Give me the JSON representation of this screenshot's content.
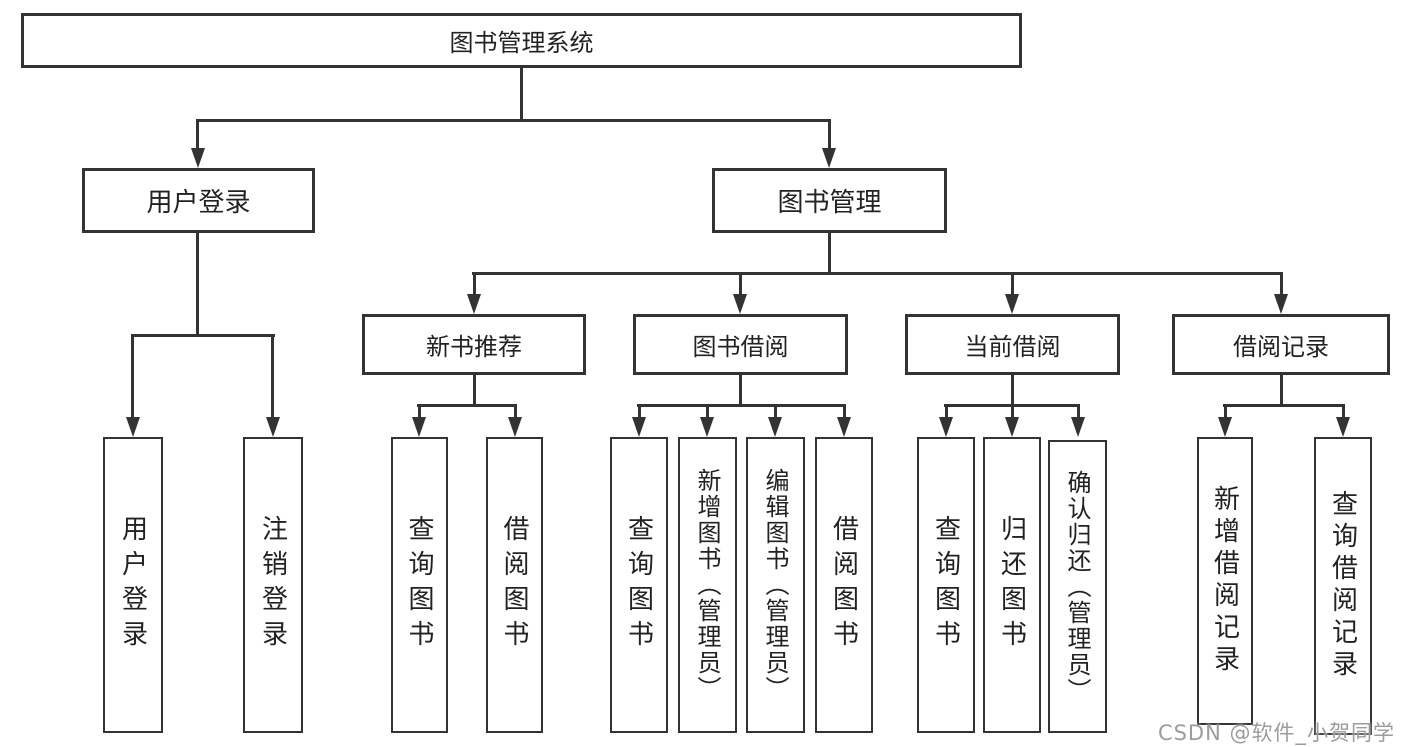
{
  "diagram": {
    "type": "hierarchy-tree",
    "line_color": "#333333",
    "background": "#ffffff",
    "root": {
      "label": "图书管理系统"
    },
    "level2": [
      {
        "label": "用户登录"
      },
      {
        "label": "图书管理"
      }
    ],
    "level3": [
      {
        "label": "新书推荐"
      },
      {
        "label": "图书借阅"
      },
      {
        "label": "当前借阅"
      },
      {
        "label": "借阅记录"
      }
    ],
    "leaves": {
      "under_user_login": [
        {
          "label": "用户登录"
        },
        {
          "label": "注销登录"
        }
      ],
      "under_new_book": [
        {
          "label": "查询图书"
        },
        {
          "label": "借阅图书"
        }
      ],
      "under_book_borrow": [
        {
          "label": "查询图书"
        },
        {
          "label": "新增图书（管理员）"
        },
        {
          "label": "编辑图书（管理员）"
        },
        {
          "label": "借阅图书"
        }
      ],
      "under_current_borrow": [
        {
          "label": "查询图书"
        },
        {
          "label": "归还图书"
        },
        {
          "label": "确认归还（管理员）"
        }
      ],
      "under_borrow_record": [
        {
          "label": "新增借阅记录"
        },
        {
          "label": "查询借阅记录"
        }
      ]
    }
  },
  "watermark": {
    "text": "CSDN @软件_小贺同学",
    "color": "#9c9c9c"
  }
}
